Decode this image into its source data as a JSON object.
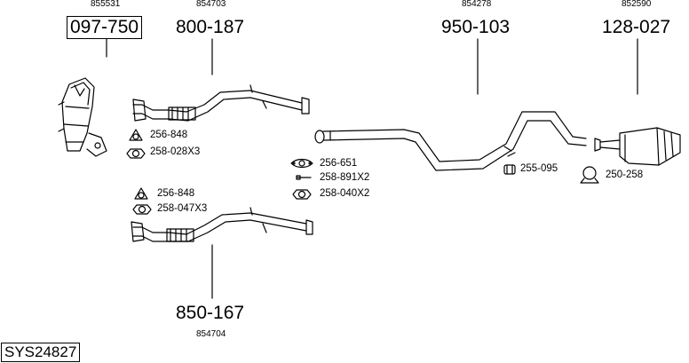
{
  "system_code": "SYS24827",
  "groups": [
    {
      "ref": "855531",
      "part": "097-750",
      "boxed": true
    },
    {
      "ref": "854703",
      "part": "800-187"
    },
    {
      "ref": "854278",
      "part": "950-103"
    },
    {
      "ref": "852590",
      "part": "128-027"
    },
    {
      "ref": "854704",
      "part": "850-167"
    }
  ],
  "accessories": {
    "a1": "256-848",
    "a2": "258-028X3",
    "a3": "256-848",
    "a4": "258-047X3",
    "a5": "256-651",
    "a6": "258-891X2",
    "a7": "258-040X2",
    "a8": "255-095",
    "a9": "250-258"
  }
}
